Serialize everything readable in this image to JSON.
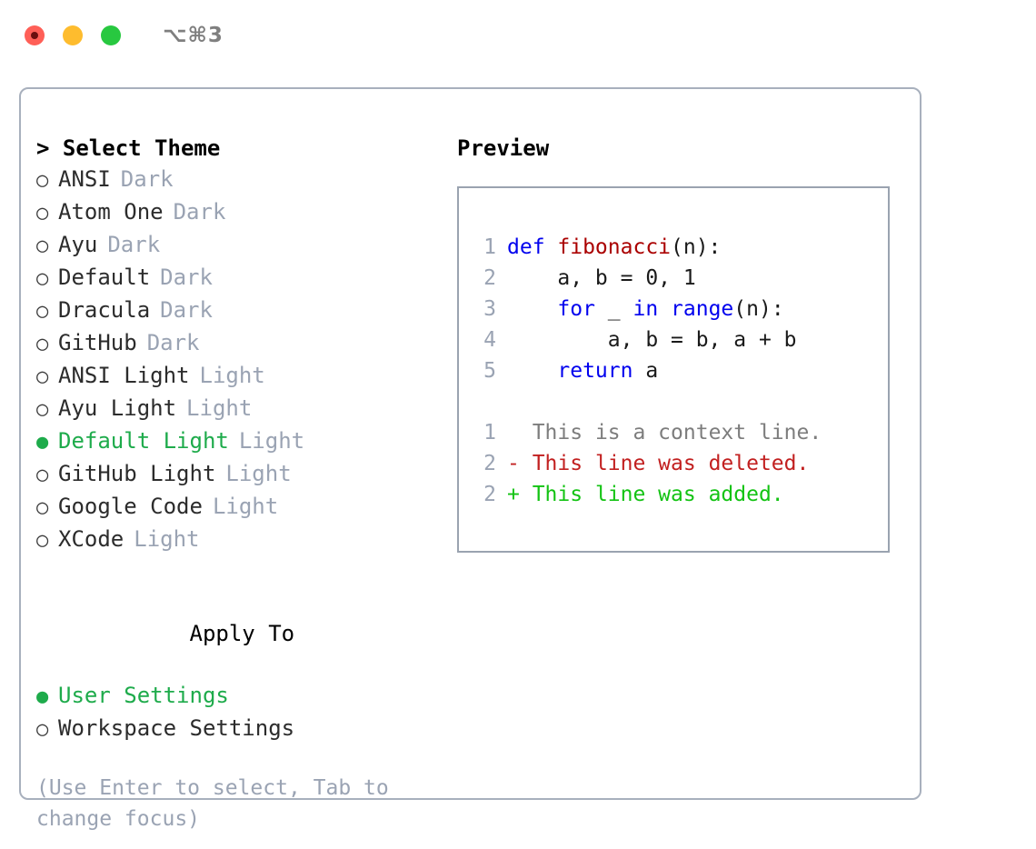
{
  "titlebar": {
    "shortcut": "⌥⌘3",
    "buttons": [
      "close",
      "minimize",
      "maximize"
    ]
  },
  "theme_section": {
    "heading": "> Select Theme",
    "items": [
      {
        "label": "ANSI",
        "tag": "Dark",
        "bullet": "○",
        "selected": false
      },
      {
        "label": "Atom One",
        "tag": "Dark",
        "bullet": "○",
        "selected": false
      },
      {
        "label": "Ayu",
        "tag": "Dark",
        "bullet": "○",
        "selected": false
      },
      {
        "label": "Default",
        "tag": "Dark",
        "bullet": "○",
        "selected": false
      },
      {
        "label": "Dracula",
        "tag": "Dark",
        "bullet": "○",
        "selected": false
      },
      {
        "label": "GitHub",
        "tag": "Dark",
        "bullet": "○",
        "selected": false
      },
      {
        "label": "ANSI Light",
        "tag": "Light",
        "bullet": "○",
        "selected": false
      },
      {
        "label": "Ayu Light",
        "tag": "Light",
        "bullet": "○",
        "selected": false
      },
      {
        "label": "Default Light",
        "tag": "Light",
        "bullet": "●",
        "selected": true
      },
      {
        "label": "GitHub Light",
        "tag": "Light",
        "bullet": "○",
        "selected": false
      },
      {
        "label": "Google Code",
        "tag": "Light",
        "bullet": "○",
        "selected": false
      },
      {
        "label": "XCode",
        "tag": "Light",
        "bullet": "○",
        "selected": false
      }
    ]
  },
  "apply_section": {
    "heading": "Apply To",
    "items": [
      {
        "label": "User Settings",
        "bullet": "●",
        "selected": true
      },
      {
        "label": "Workspace Settings",
        "bullet": "○",
        "selected": false
      }
    ]
  },
  "hint": "(Use Enter to select, Tab to change focus)",
  "preview": {
    "title": "Preview",
    "code_lines": [
      {
        "num": "1",
        "tokens": [
          {
            "t": "def ",
            "c": "kw"
          },
          {
            "t": "fibonacci",
            "c": "fn"
          },
          {
            "t": "(n):",
            "c": "txt"
          }
        ]
      },
      {
        "num": "2",
        "tokens": [
          {
            "t": "    a, b = 0, 1",
            "c": "txt"
          }
        ]
      },
      {
        "num": "3",
        "tokens": [
          {
            "t": "    ",
            "c": "txt"
          },
          {
            "t": "for",
            "c": "kw"
          },
          {
            "t": " _ ",
            "c": "txt"
          },
          {
            "t": "in",
            "c": "kw"
          },
          {
            "t": " ",
            "c": "txt"
          },
          {
            "t": "range",
            "c": "kw"
          },
          {
            "t": "(n):",
            "c": "txt"
          }
        ]
      },
      {
        "num": "4",
        "tokens": [
          {
            "t": "        a, b = b, a + b",
            "c": "txt"
          }
        ]
      },
      {
        "num": "5",
        "tokens": [
          {
            "t": "    ",
            "c": "txt"
          },
          {
            "t": "return",
            "c": "kw"
          },
          {
            "t": " a",
            "c": "txt"
          }
        ]
      }
    ],
    "diff_lines": [
      {
        "num": "1",
        "marker": "  ",
        "text": "This is a context line.",
        "kind": "ctx"
      },
      {
        "num": "2",
        "marker": "- ",
        "text": "This line was deleted.",
        "kind": "del"
      },
      {
        "num": "2",
        "marker": "+ ",
        "text": "This line was added.",
        "kind": "add"
      }
    ]
  },
  "colors": {
    "accent_green": "#1eab4b",
    "muted": "#9aa3b3",
    "keyword": "#0000ee",
    "function": "#aa0000",
    "diff_deleted": "#c22020",
    "diff_added": "#13c313",
    "border": "#a8b0bd",
    "close": "#ff5f57",
    "minimize": "#febc2e",
    "maximize": "#28c840"
  }
}
